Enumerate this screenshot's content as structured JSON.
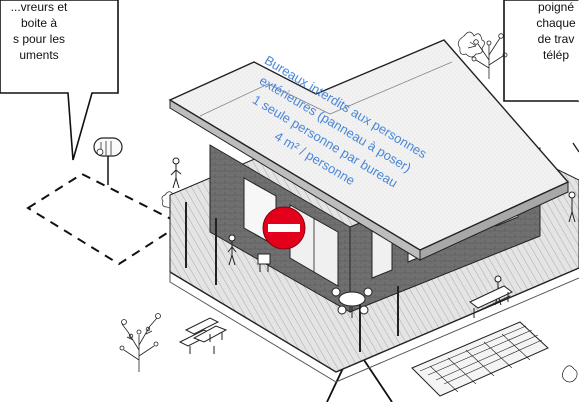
{
  "callouts": {
    "left": {
      "lines": [
        "...vreurs et",
        "boite à",
        "s pour les",
        "uments"
      ]
    },
    "right": {
      "lines": [
        "poigné",
        "chaque",
        "de trav",
        "télép"
      ]
    }
  },
  "roof_notice": {
    "lines": [
      "Bureaux interdits aux personnes",
      "extérieures (panneau à poser)",
      "1 seule personne par bureau",
      "4 m² / personne"
    ],
    "color": "#4a86d8"
  },
  "icons": {
    "no_entry": "no-entry-sign-icon",
    "mailbox": "mailbox-icon",
    "drop_zone": "dashed-drop-zone"
  },
  "colors": {
    "no_entry_red": "#e2001a",
    "wall": "#6f6f6f",
    "roof": "#eeeeee",
    "deck": "#d9d9d9",
    "ink": "#1a1a1a"
  }
}
